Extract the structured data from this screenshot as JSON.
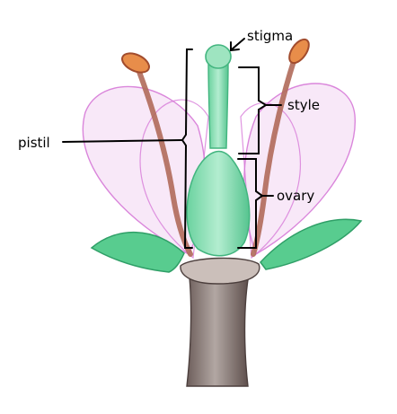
{
  "labels": {
    "stigma": "stigma",
    "style": "style",
    "pistil": "pistil",
    "ovary": "ovary"
  },
  "colors": {
    "background": "#ffffff",
    "petal_outline": "#d77ad8",
    "petal_fill": "#f6dcf6",
    "sepal": "#4dc98a",
    "pistil": "#7ed8a8",
    "pistil_dark": "#4fc08a",
    "stamen": "#b06a5a",
    "anther": "#e88d4a",
    "stem": "#8f7f7c",
    "stem_dark": "#5c4d4a",
    "receptacle": "#c9bdb8",
    "line": "#000000"
  }
}
